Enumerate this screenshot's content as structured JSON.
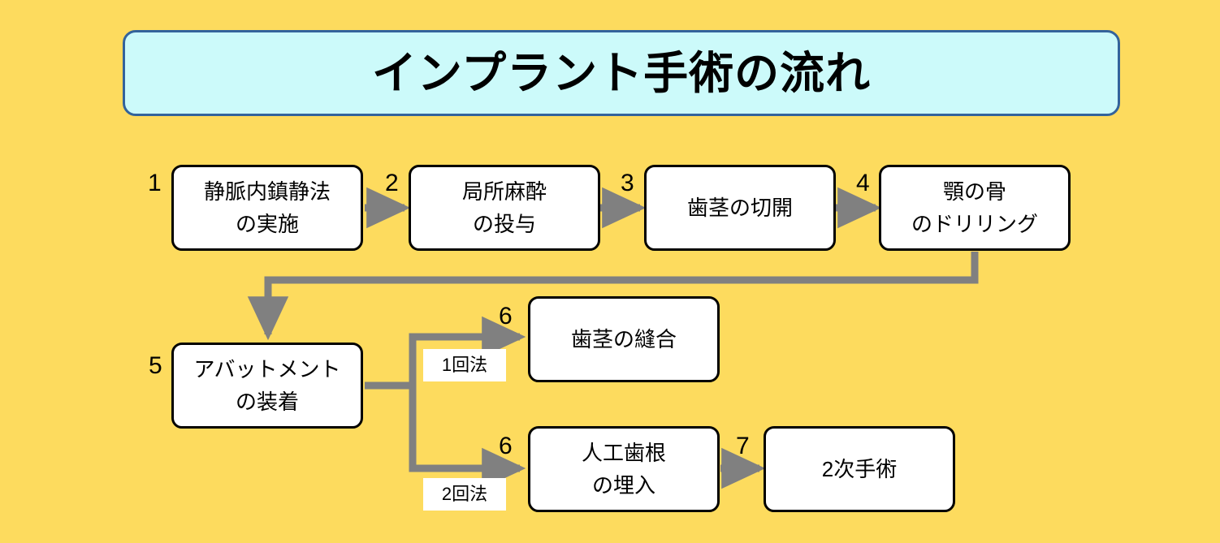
{
  "banner": {
    "title": "インプラント手術の流れ",
    "fill_color": "#CCFAFA",
    "border_color": "#33639B"
  },
  "page": {
    "background_color": "#FDDB5E",
    "arrow_color": "#808080",
    "node_border_color": "#000000",
    "node_fill_color": "#FFFFFF"
  },
  "steps": [
    {
      "number": "1",
      "line1": "静脈内鎮静法",
      "line2": "の実施"
    },
    {
      "number": "2",
      "line1": "局所麻酔",
      "line2": "の投与"
    },
    {
      "number": "3",
      "line1": "歯茎の切開",
      "line2": ""
    },
    {
      "number": "4",
      "line1": "顎の骨",
      "line2": "のドリリング"
    },
    {
      "number": "5",
      "line1": "アバットメント",
      "line2": "の装着"
    },
    {
      "number": "6",
      "line1": "歯茎の縫合",
      "line2": ""
    },
    {
      "number": "6",
      "line1": "人工歯根",
      "line2": "の埋入"
    },
    {
      "number": "7",
      "line1": "2次手術",
      "line2": ""
    }
  ],
  "branches": [
    {
      "label": "1回法"
    },
    {
      "label": "2回法"
    }
  ]
}
